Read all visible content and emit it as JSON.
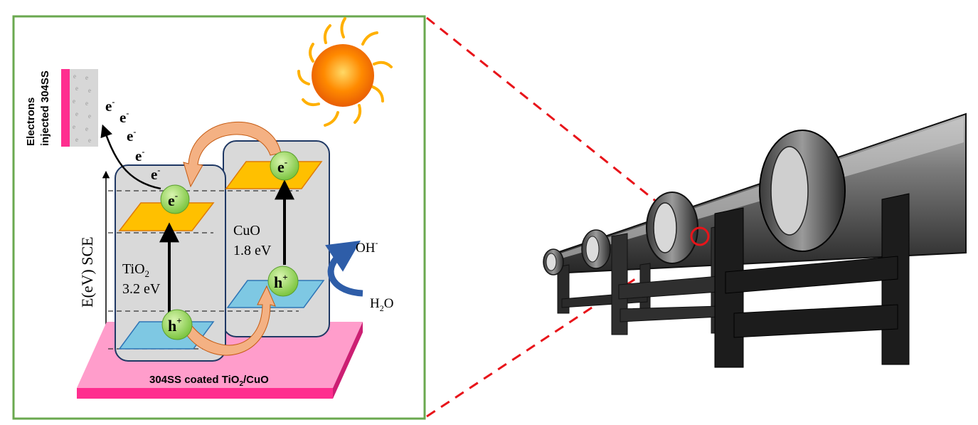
{
  "side_label": {
    "line1": "Electrons",
    "line2": "injected 304SS"
  },
  "axis_label": "E(eV) SCE",
  "electron_symbol": "e",
  "electron_sup": "-",
  "hole_symbol": "h",
  "hole_sup": "+",
  "tio2": {
    "name": "TiO",
    "sub": "2",
    "gap": "3.2 eV"
  },
  "cuo": {
    "name": "CuO",
    "gap": "1.8 eV"
  },
  "hydroxide": {
    "name": "OH",
    "sup": "-"
  },
  "water": {
    "h": "H",
    "sub": "2",
    "o": "O"
  },
  "substrate": {
    "text": "304SS coated TiO",
    "sub": "2",
    "tail": "/CuO"
  },
  "colors": {
    "panel_border": "#6aa84f",
    "band_box": "#d9d9d9",
    "band_box_border": "#1f3864",
    "conduction_band": "#ffc000",
    "valence_band": "#7ec8e3",
    "particle": "#92d050",
    "substrate": "#ff66b3",
    "zoom_lines": "#e8141a",
    "transfer_arrow": "#f4b183",
    "water_arrow": "#2e5da8"
  }
}
